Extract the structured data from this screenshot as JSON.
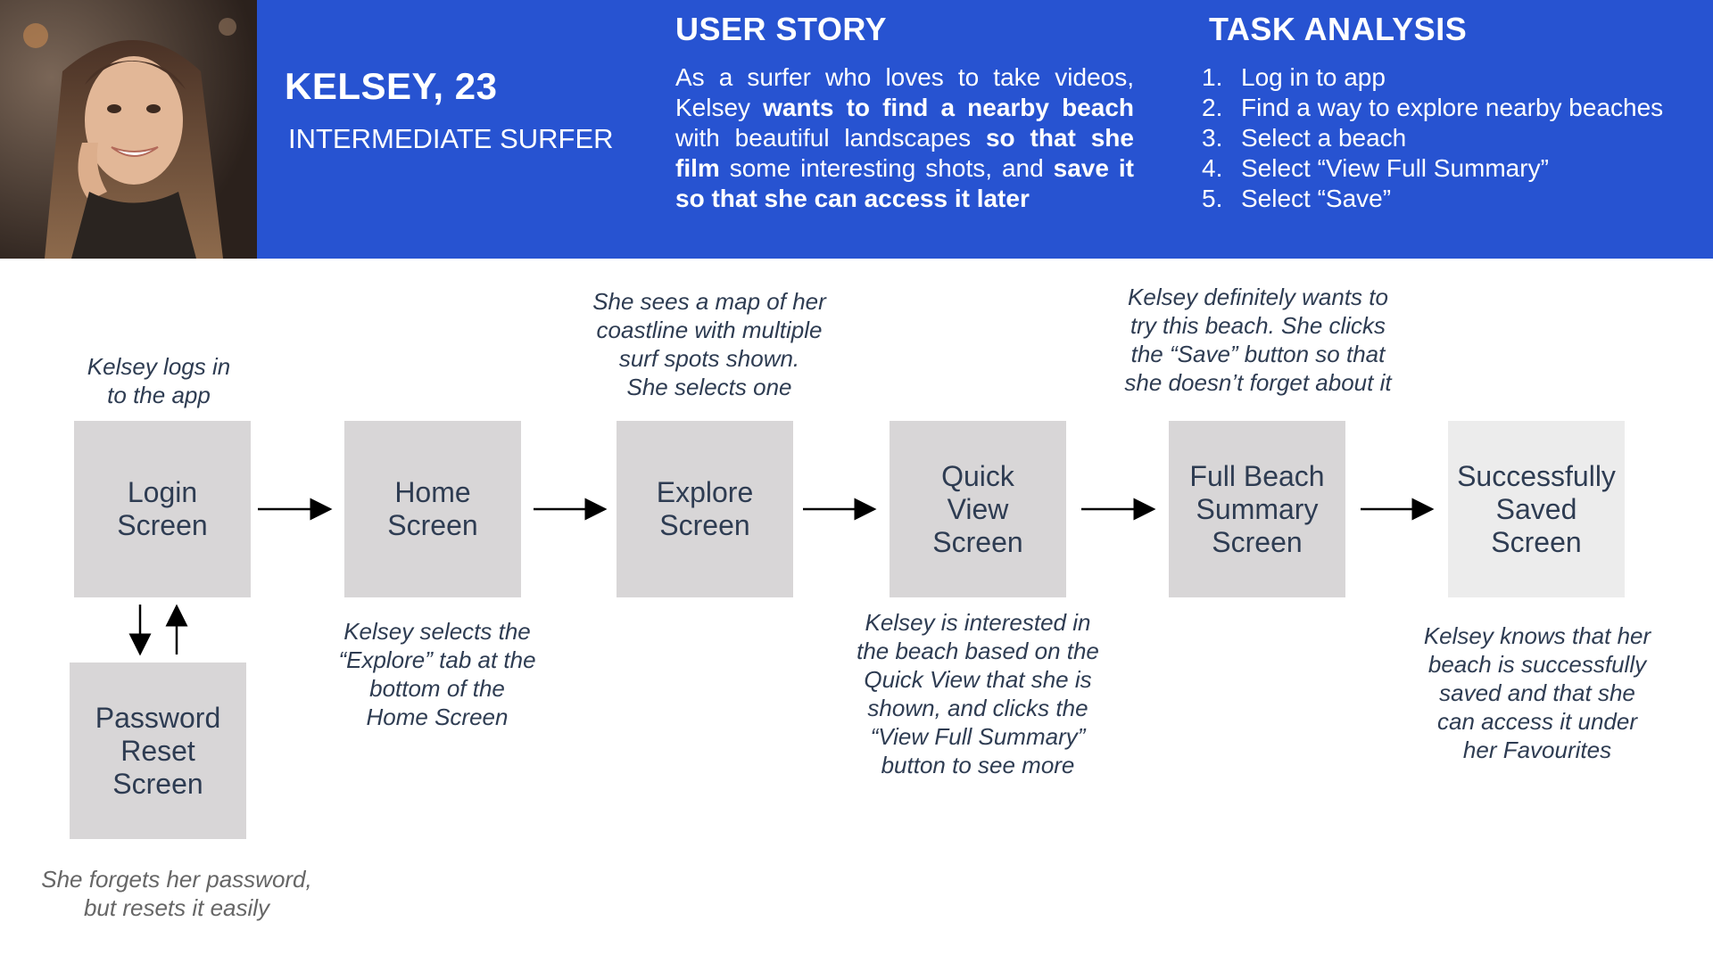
{
  "persona": {
    "name": "KELSEY, 23",
    "role": "INTERMEDIATE SURFER"
  },
  "user_story": {
    "title": "USER STORY",
    "segments": [
      {
        "text": "As a surfer who loves to take videos, Kelsey ",
        "bold": false
      },
      {
        "text": "wants to find a nearby beach",
        "bold": true
      },
      {
        "text": " with beautiful landscapes ",
        "bold": false
      },
      {
        "text": "so that she film",
        "bold": true
      },
      {
        "text": " some interesting shots, and ",
        "bold": false
      },
      {
        "text": "save it so that she can access it later",
        "bold": true
      }
    ]
  },
  "task_analysis": {
    "title": "TASK ANALYSIS",
    "items": [
      {
        "num": "1.",
        "text": "Log in to app"
      },
      {
        "num": "2.",
        "text": "Find a way to explore nearby beaches"
      },
      {
        "num": "3.",
        "text": "Select a beach"
      },
      {
        "num": "4.",
        "text": "Select “View Full Summary”"
      },
      {
        "num": "5.",
        "text": "Select “Save”"
      }
    ]
  },
  "flow": {
    "screens": {
      "login": [
        "Login",
        "Screen"
      ],
      "home": [
        "Home",
        "Screen"
      ],
      "explore": [
        "Explore",
        "Screen"
      ],
      "quick_view": [
        "Quick",
        "View",
        "Screen"
      ],
      "full_summary": [
        "Full Beach",
        "Summary",
        "Screen"
      ],
      "saved": [
        "Successfully",
        "Saved",
        "Screen"
      ],
      "password_reset": [
        "Password",
        "Reset",
        "Screen"
      ]
    },
    "notes": {
      "login": [
        "Kelsey logs in",
        "to the app"
      ],
      "home": [
        "Kelsey selects the",
        "“Explore” tab at the",
        "bottom of the",
        "Home Screen"
      ],
      "explore": [
        "She sees a map of her",
        "coastline with multiple",
        "surf spots shown.",
        "She selects one"
      ],
      "quick_view": [
        "Kelsey is interested in",
        "the beach based on the",
        "Quick View that she is",
        "shown, and clicks the",
        "“View Full Summary”",
        "button to see more"
      ],
      "full_summary": [
        "Kelsey definitely wants to",
        "try this beach. She clicks",
        "the “Save” button so that",
        "she doesn’t forget about it"
      ],
      "saved": [
        "Kelsey knows that her",
        "beach is successfully",
        "saved and that she",
        "can access it under",
        "her Favourites"
      ],
      "password_reset": [
        "She forgets her password,",
        "but resets it easily"
      ]
    }
  },
  "colors": {
    "header_bg": "#2753d1",
    "screen_box": "#d8d6d7",
    "screen_box_final": "#ececec",
    "note_text": "#2e3c52"
  }
}
